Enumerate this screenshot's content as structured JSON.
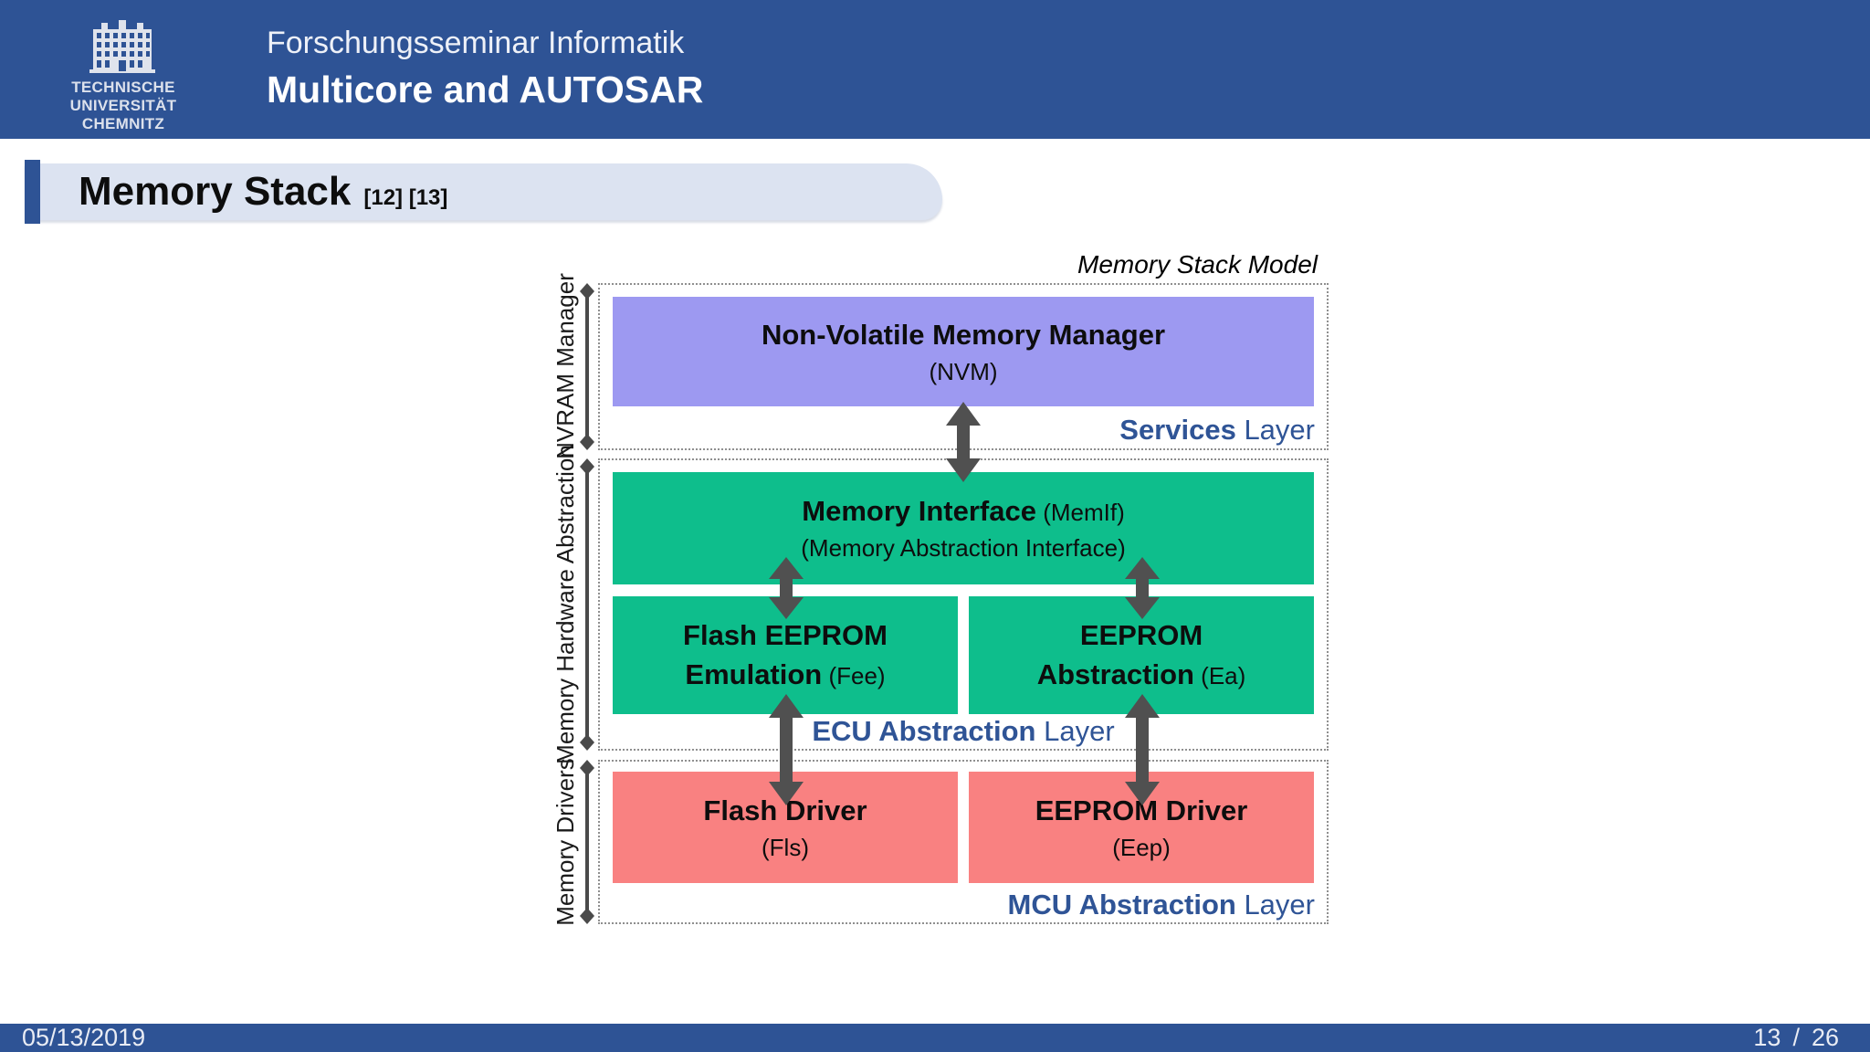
{
  "header": {
    "logo_line1": "TECHNISCHE UNIVERSITÄT",
    "logo_line2": "CHEMNITZ",
    "seminar_title": "Forschungsseminar Informatik",
    "presentation_title": "Multicore and AUTOSAR"
  },
  "slide_title": {
    "text": "Memory Stack",
    "refs": "[12] [13]"
  },
  "diagram": {
    "caption": "Memory Stack Model",
    "sections": [
      {
        "side_label": "NVRAM Manager",
        "layer_bold": "Services",
        "layer_regular": " Layer"
      },
      {
        "side_label": "Memory Hardware Abstraction",
        "layer_bold": "ECU Abstraction",
        "layer_regular": " Layer"
      },
      {
        "side_label": "Memory Drivers",
        "layer_bold": "MCU Abstraction",
        "layer_regular": " Layer"
      }
    ],
    "boxes": {
      "nvm": {
        "line1_bold": "Non-Volatile Memory Manager",
        "line2_regular": "(NVM)"
      },
      "memif": {
        "line1_bold": "Memory Interface",
        "line1_regular": " (MemIf)",
        "line2_regular": "(Memory Abstraction Interface)"
      },
      "fee": {
        "line1_bold": "Flash EEPROM",
        "line2_bold": "Emulation",
        "line2_regular": " (Fee)"
      },
      "ea": {
        "line1_bold": "EEPROM",
        "line2_bold": "Abstraction",
        "line2_regular": " (Ea)"
      },
      "fls": {
        "line1_bold": "Flash Driver",
        "line2_regular": "(Fls)"
      },
      "eep": {
        "line1_bold": "EEPROM Driver",
        "line2_regular": "(Eep)"
      }
    }
  },
  "footer": {
    "date": "05/13/2019",
    "page": "13",
    "separator": "/",
    "total": "26"
  },
  "colors": {
    "header_blue": "#2e5395",
    "title_bar_bg": "#dce3f1",
    "layer_text": "#2f5496",
    "box_purple": "#9d99f1",
    "box_green": "#0ebe8c",
    "box_red": "#f98181",
    "arrow_gray": "#505050",
    "line_gray": "#4a4a4a",
    "dashed_border": "#8f8f8f",
    "footer_text": "#e9ecf4",
    "logo_text": "#dce1ec"
  }
}
